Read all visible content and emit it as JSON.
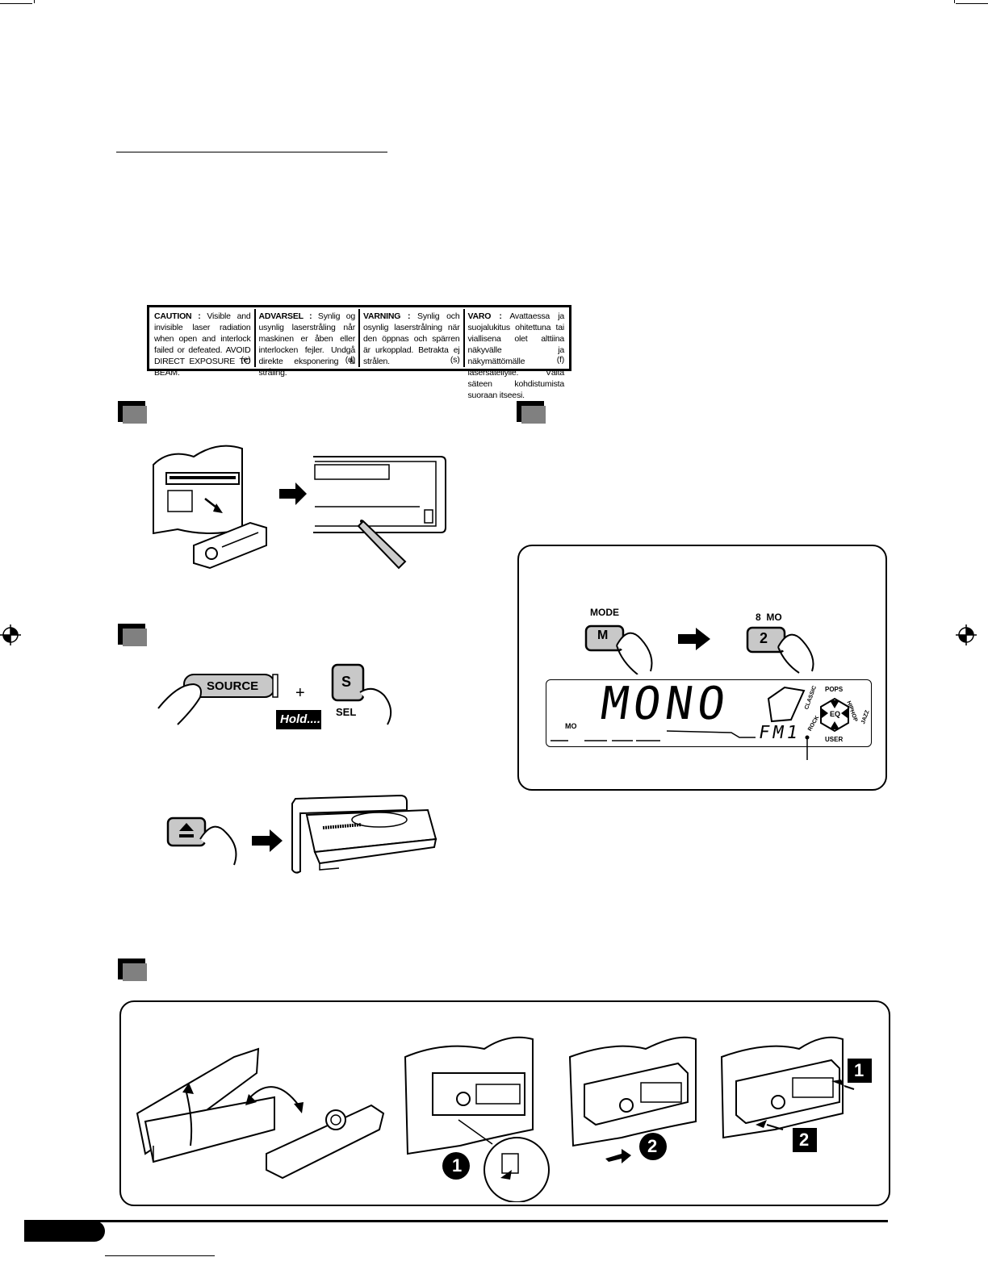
{
  "caution_label": {
    "columns": [
      {
        "heading": "CAUTION :",
        "text": "Visible and invisible laser radiation when open and interlock failed or defeated. AVOID DIRECT EXPOSURE TO BEAM.",
        "code": "(e)"
      },
      {
        "heading": "ADVARSEL :",
        "text": "Synlig og usynlig laserstråling når maskinen er åben eller interlocken fejler. Undgå direkte eksponering til stråling.",
        "code": "(d)"
      },
      {
        "heading": "VARNING :",
        "text": "Synlig och osynlig laserstrålning när den öppnas och spärren är urkopplad. Betrakta ej strålen.",
        "code": "(s)"
      },
      {
        "heading": "VARO :",
        "text": "Avattaessa ja suojalukitus ohitettuna tai viallisena olet alttiina näkyvälle ja näkymättömälle lasersäteilylle. Vältä säteen kohdistumista suoraan itseesi.",
        "code": "(f)"
      }
    ]
  },
  "figure_labels": {
    "source_button": "SOURCE",
    "plus": "+",
    "hold": "Hold....",
    "sel_button": "S",
    "sel_caption": "SEL",
    "mode_caption": "MODE",
    "mode_button": "M",
    "mo_caption": "8  MO",
    "mo_button": "2",
    "display_main": "MONO",
    "display_band": "FM1",
    "display_mo": "MO",
    "eq_center": "EQ",
    "eq_pops": "POPS",
    "eq_hiphop": "HIPHOP",
    "eq_jazz": "JAZZ",
    "eq_user": "USER",
    "eq_rock": "ROCK",
    "eq_classic": "CLASSIC",
    "step1": "1",
    "step2": "2"
  },
  "colors": {
    "marker_gray": "#808080",
    "button_gray": "#c8c8c8",
    "line": "#000000"
  }
}
